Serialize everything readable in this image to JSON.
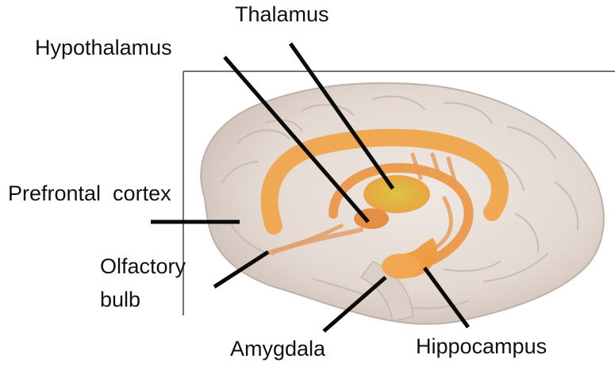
{
  "labels": {
    "thalamus": "Thalamus",
    "hypothalamus": "Hypothalamus",
    "prefrontal_cortex": "Prefrontal  cortex",
    "olfactory_bulb_line1": "Olfactory",
    "olfactory_bulb_line2": "bulb",
    "amygdala": "Amygdala",
    "hippocampus": "Hippocampus"
  },
  "colors": {
    "label_text": "#111111",
    "leader_line": "#0a0a0a",
    "brain_tissue": "#e6dcd6",
    "limbic_system": "#f0a040"
  }
}
